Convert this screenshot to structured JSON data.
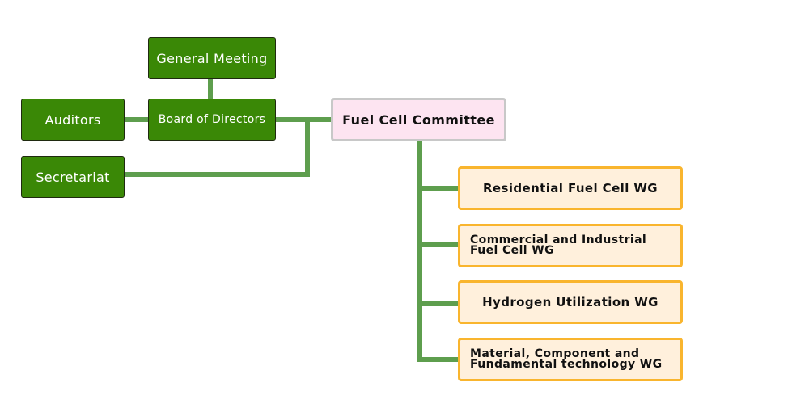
{
  "diagram": {
    "title": "Organization Chart",
    "nodes": {
      "general_meeting": "General Meeting",
      "board": "Board of Directors",
      "auditors": "Auditors",
      "secretariat": "Secretariat",
      "committee": "Fuel Cell Committee",
      "wg": [
        {
          "line1": "Residential Fuel Cell WG"
        },
        {
          "line1": "Commercial and Industrial",
          "line2": "Fuel Cell WG"
        },
        {
          "line1": "Hydrogen Utilization WG"
        },
        {
          "line1": "Material, Component and",
          "line2": "Fundamental technology WG"
        }
      ]
    },
    "colors": {
      "green_box": "#3a8806",
      "connector": "#5e9e4e",
      "committee_fill": "#fde4f1",
      "committee_border": "#c8c8c8",
      "wg_fill": "#fff0dc",
      "wg_border": "#f9b52e"
    }
  }
}
